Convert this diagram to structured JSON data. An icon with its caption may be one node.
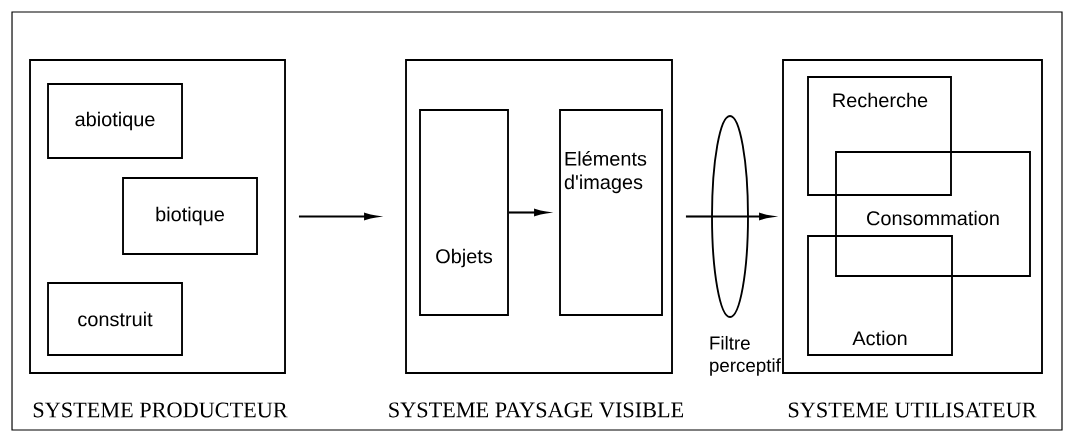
{
  "diagram": {
    "nodes": [
      {
        "text": [
          "SYSTEME PRODUCTEUR"
        ]
      },
      {
        "text": [
          "abiotique"
        ],
        "in": 0
      },
      {
        "text": [
          "biotique"
        ],
        "in": 0
      },
      {
        "text": [
          "construit"
        ],
        "in": 0
      },
      {
        "text": [
          "SYSTEME PAYSAGE VISIBLE"
        ]
      },
      {
        "text": [
          "Objets"
        ],
        "in": 4
      },
      {
        "text": [
          "Eléments d'images"
        ],
        "in": 4
      },
      {
        "text": [],
        "shape": "ellipse",
        "beside": [
          "Filtre perceptif"
        ]
      },
      {
        "text": [
          "SYSTEME UTILISATEUR"
        ]
      },
      {
        "text": [
          "Recherche"
        ],
        "in": 8
      },
      {
        "text": [
          "Consommation"
        ],
        "in": 8
      },
      {
        "text": [
          "Action"
        ],
        "in": 8
      }
    ],
    "edges": [
      {
        "from": 0,
        "to": 4,
        "arrow": "to"
      },
      {
        "from": 5,
        "to": 6,
        "arrow": "to"
      },
      {
        "from": 4,
        "to": 7,
        "arrow": "none"
      },
      {
        "from": 7,
        "to": 8,
        "arrow": "to"
      }
    ]
  }
}
